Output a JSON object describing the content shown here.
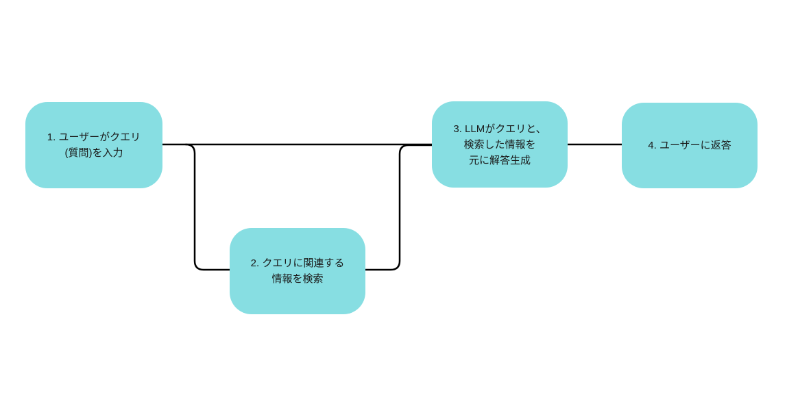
{
  "diagram": {
    "colors": {
      "canvas_bg": "#ffffff",
      "node_fill": "#87dee2",
      "connector": "#000000",
      "text": "#1a1a1a"
    },
    "nodes": [
      {
        "id": "step-1",
        "lines": [
          "1. ユーザーがクエリ",
          "(質問)を入力"
        ]
      },
      {
        "id": "step-2",
        "lines": [
          "2. クエリに関連する",
          "情報を検索"
        ]
      },
      {
        "id": "step-3",
        "lines": [
          "3. LLMがクエリと、",
          "検索した情報を",
          "元に解答生成"
        ]
      },
      {
        "id": "step-4",
        "lines": [
          "4. ユーザーに返答"
        ]
      }
    ]
  }
}
